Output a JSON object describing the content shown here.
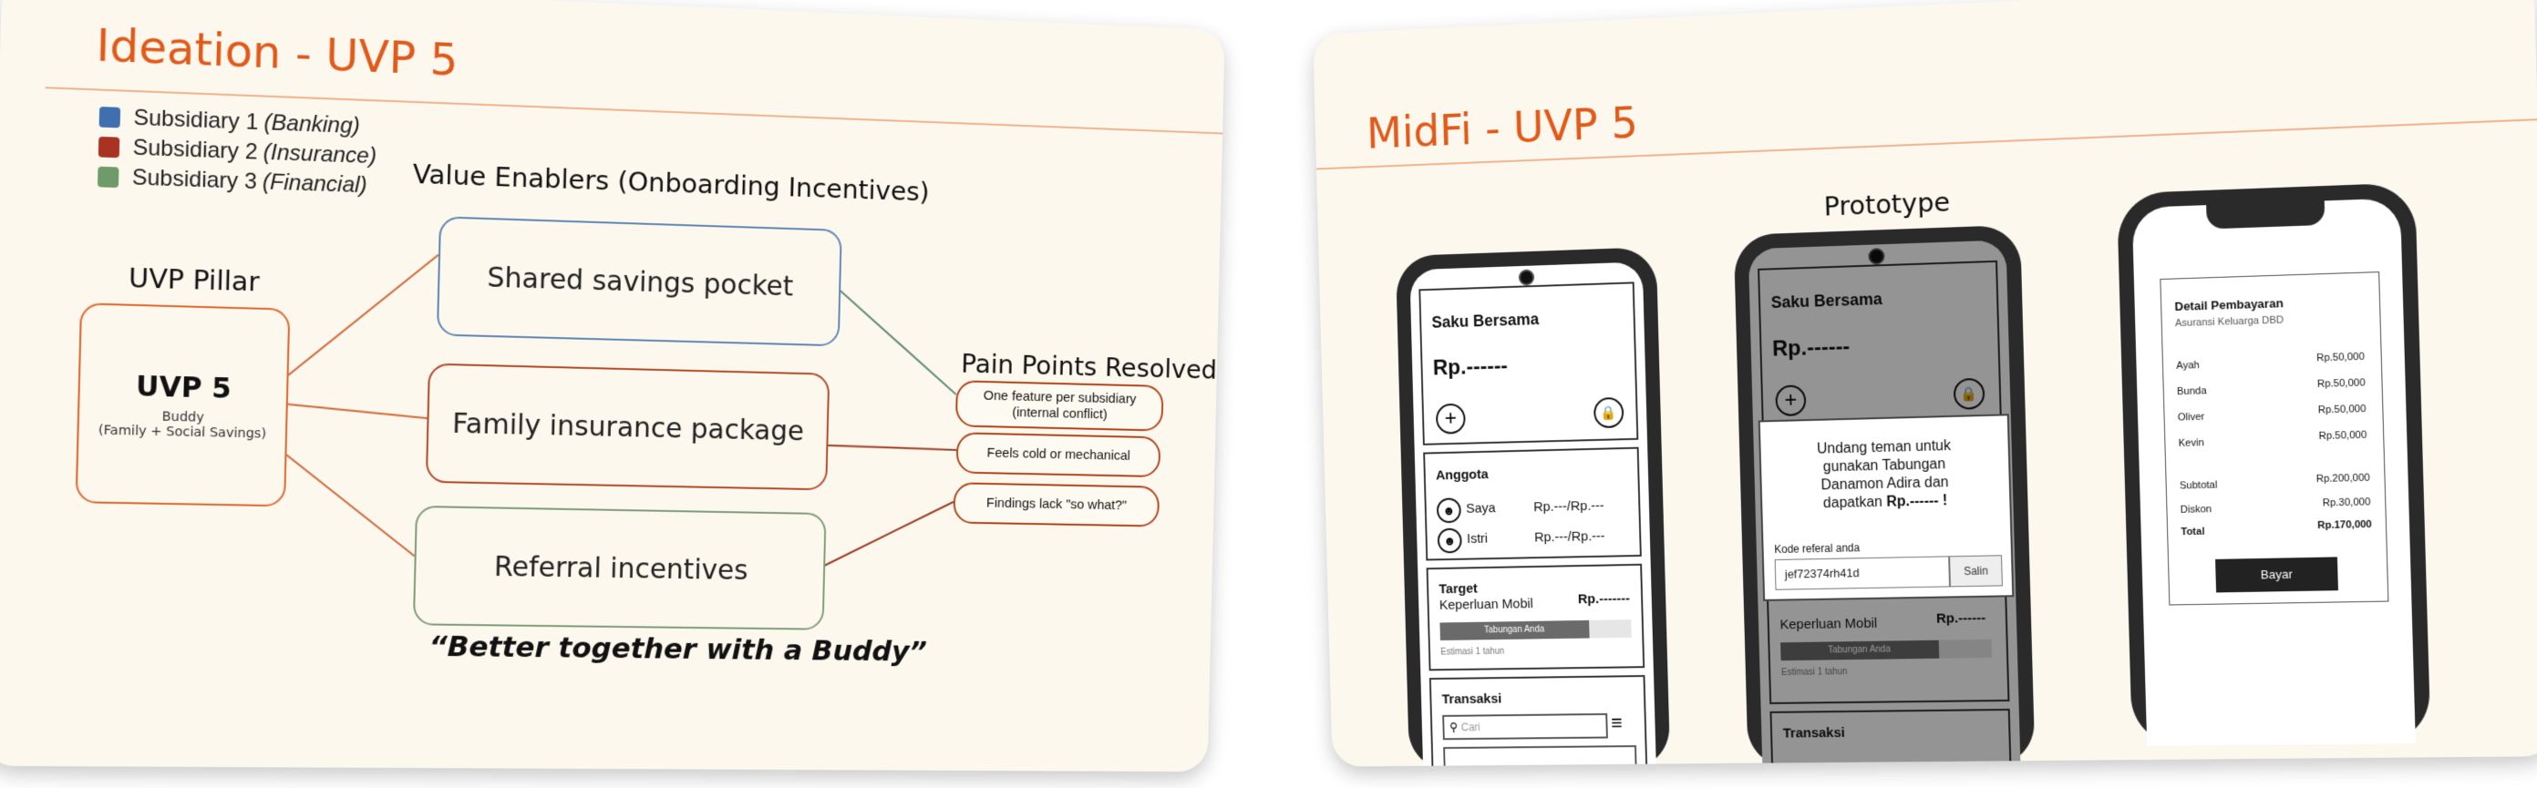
{
  "ideation": {
    "title": "Ideation - UVP 5",
    "legend": [
      {
        "label": "Subsidiary 1",
        "note": "(Banking)",
        "color": "#3f6fae"
      },
      {
        "label": "Subsidiary 2",
        "note": "(Insurance)",
        "color": "#a83322"
      },
      {
        "label": "Subsidiary 3",
        "note": "(Financial)",
        "color": "#6f9a6a"
      }
    ],
    "uvp_pillar_heading": "UVP Pillar",
    "uvp": {
      "title": "UVP 5",
      "subtitle": "Buddy",
      "detail": "(Family + Social Savings)"
    },
    "value_enablers_heading": "Value Enablers (Onboarding Incentives)",
    "enablers": [
      {
        "label": "Shared savings pocket",
        "color": "#5f86b3"
      },
      {
        "label": "Family insurance package",
        "color": "#b44a27"
      },
      {
        "label": "Referral incentives",
        "color": "#7f9c7a"
      }
    ],
    "pain_points_heading": "Pain Points Resolved",
    "pain_points": [
      {
        "line1": "One feature per subsidiary",
        "line2": "(internal conflict)"
      },
      {
        "line1": "Feels cold or mechanical",
        "line2": ""
      },
      {
        "line1": "Findings lack \"so what?\"",
        "line2": ""
      }
    ],
    "tagline": "“Better together with a Buddy”",
    "accent_color": "#e05a1a"
  },
  "midfi": {
    "title": "MidFi - UVP 5",
    "prototype_heading": "Prototype",
    "phone1": {
      "app_title": "Saku Bersama",
      "balance": "Rp.------",
      "members_heading": "Anggota",
      "members": [
        {
          "name": "Saya",
          "amount": "Rp.---/Rp.---"
        },
        {
          "name": "Istri",
          "amount": "Rp.---/Rp.---"
        }
      ],
      "target_heading": "Target",
      "target_name": "Keperluan Mobil",
      "target_amount": "Rp.-------",
      "progress_label": "Tabungan Anda",
      "progress": 0.78,
      "estimate": "Estimasi 1 tahun",
      "transactions_heading": "Transaksi",
      "search_placeholder": "Cari"
    },
    "phone2": {
      "app_title": "Saku Bersama",
      "balance": "Rp.------",
      "dialog_text1": "Undang teman untuk",
      "dialog_text2": "gunakan Tabungan",
      "dialog_text3": "Danamon Adira dan",
      "dialog_text4_prefix": "dapatkan ",
      "dialog_text4_bold": "Rp.------ !",
      "referral_label": "Kode referal anda",
      "referral_code": "jef72374rh41d",
      "copy_button": "Salin",
      "target_name": "Keperluan Mobil",
      "target_amount": "Rp.------",
      "progress_label": "Tabungan Anda",
      "progress": 0.75,
      "estimate": "Estimasi 1 tahun",
      "transactions_heading": "Transaksi"
    },
    "phone3": {
      "heading": "Detail Pembayaran",
      "subheading": "Asuransi Keluarga DBD",
      "items": [
        {
          "name": "Ayah",
          "amount": "Rp.50,000"
        },
        {
          "name": "Bunda",
          "amount": "Rp.50,000"
        },
        {
          "name": "Oliver",
          "amount": "Rp.50,000"
        },
        {
          "name": "Kevin",
          "amount": "Rp.50,000"
        }
      ],
      "subtotal_label": "Subtotal",
      "subtotal": "Rp.200,000",
      "discount_label": "Diskon",
      "discount": "Rp.30,000",
      "total_label": "Total",
      "total": "Rp.170,000",
      "pay_button": "Bayar"
    }
  }
}
